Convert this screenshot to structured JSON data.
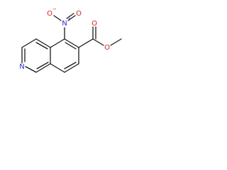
{
  "molecule": {
    "atoms": {
      "nitro_n": "N",
      "nitro_o_left": "O",
      "nitro_o_right": "O",
      "ring_n": "N",
      "ester_o_carbonyl": "O",
      "ester_o_ether": "O"
    },
    "charges": {
      "nitro_n": "+",
      "nitro_o_left": "−"
    },
    "colors": {
      "bond": "#1a1a1a",
      "nitrogen": "#2b2bcc",
      "oxygen": "#d42020"
    }
  }
}
